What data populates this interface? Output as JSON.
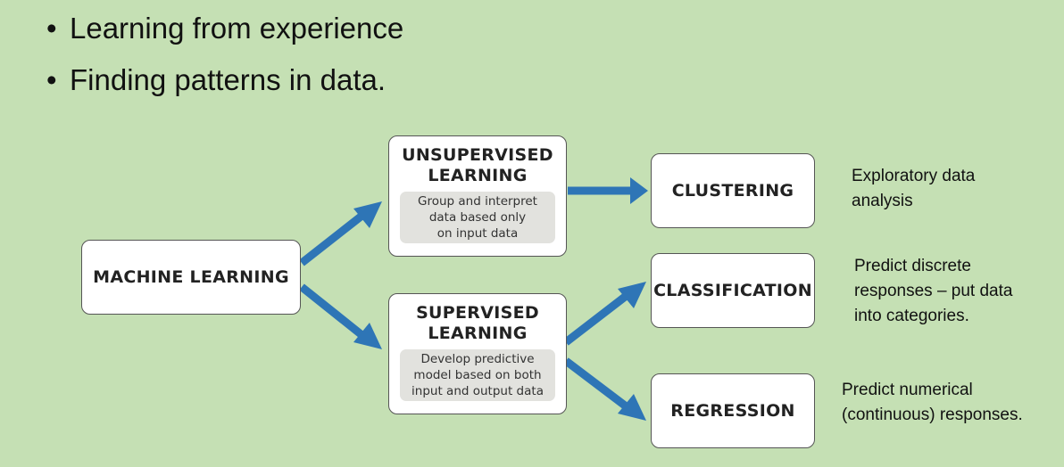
{
  "bullets": [
    {
      "text": "Learning from experience"
    },
    {
      "text": "Finding patterns in data."
    }
  ],
  "nodes": {
    "machine_learning": {
      "title": "MACHINE LEARNING"
    },
    "unsupervised": {
      "title_line1": "UNSUPERVISED",
      "title_line2": "LEARNING",
      "sub_line1": "Group and interpret",
      "sub_line2": "data based only",
      "sub_line3": "on input data"
    },
    "supervised": {
      "title_line1": "SUPERVISED",
      "title_line2": "LEARNING",
      "sub_line1": "Develop predictive",
      "sub_line2": "model based on both",
      "sub_line3": "input and output data"
    },
    "clustering": {
      "title": "CLUSTERING"
    },
    "classification": {
      "title": "CLASSIFICATION"
    },
    "regression": {
      "title": "REGRESSION"
    }
  },
  "descriptions": {
    "clustering": [
      "Exploratory data",
      "analysis"
    ],
    "classification": [
      "Predict discrete",
      "responses – put data",
      "into categories."
    ],
    "regression": [
      "Predict numerical",
      "(continuous) responses."
    ]
  },
  "colors": {
    "background": "#c5e0b4",
    "arrow": "#2e75b6",
    "box_fill": "#ffffff",
    "sub_fill": "#e2e2de"
  }
}
